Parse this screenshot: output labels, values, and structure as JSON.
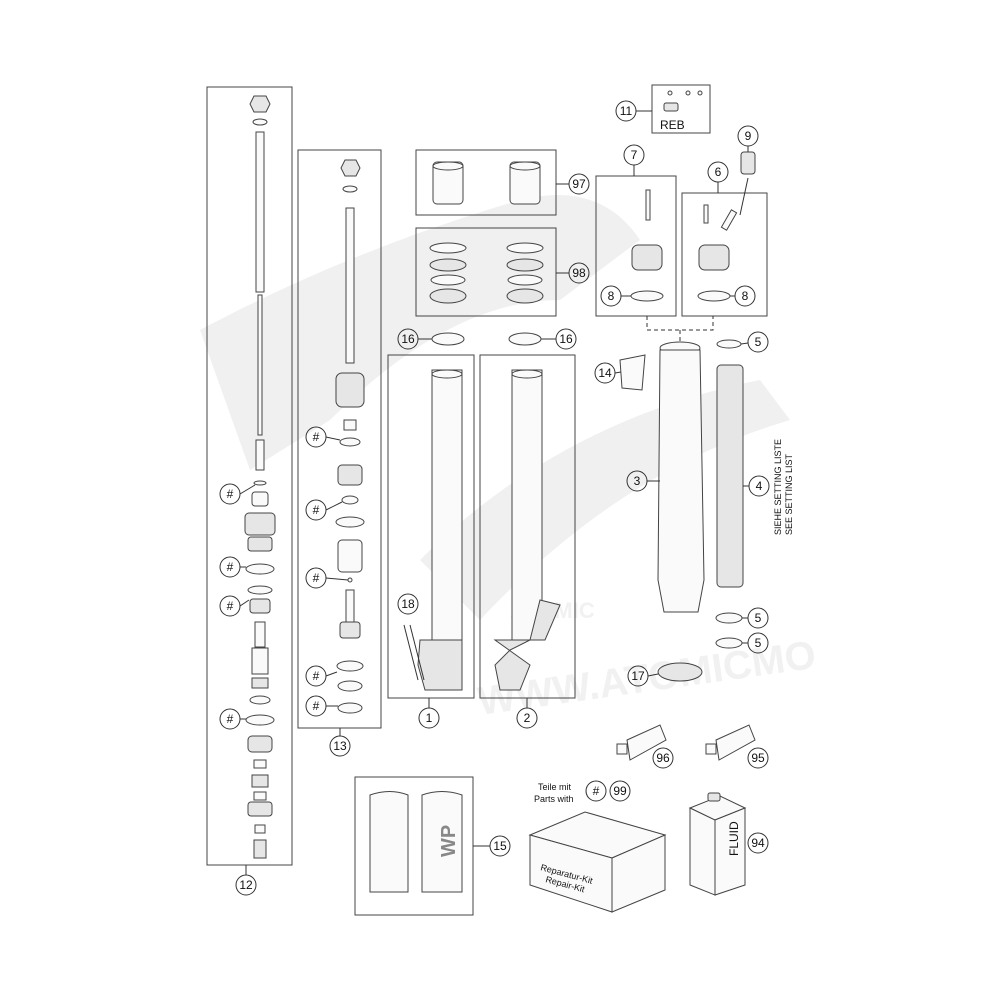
{
  "callouts": {
    "c1": "1",
    "c2": "2",
    "c3": "3",
    "c4": "4",
    "c5a": "5",
    "c5b": "5",
    "c5c": "5",
    "c6": "6",
    "c7": "7",
    "c8a": "8",
    "c8b": "8",
    "c9": "9",
    "c11": "11",
    "c12": "12",
    "c13": "13",
    "c14": "14",
    "c15": "15",
    "c16a": "16",
    "c16b": "16",
    "c17": "17",
    "c18": "18",
    "c94": "94",
    "c95": "95",
    "c96": "96",
    "c97": "97",
    "c98": "98",
    "c99": "99",
    "hash": "#"
  },
  "labels": {
    "reb": "REB",
    "setting_de": "SIEHE SETTING LISTE",
    "setting_en": "SEE SETTING LIST",
    "teile_mit": "Teile mit",
    "parts_with": "Parts with",
    "kit_de": "Reparatur-Kit",
    "kit_en": "Repair-Kit",
    "fluid": "FLUID",
    "watermark_url": "WWW.ATOMICMO",
    "watermark_logo": "ATOMIC",
    "logo_wp": "WP"
  },
  "colors": {
    "line": "#333333",
    "watermark": "#d9d9d9"
  }
}
